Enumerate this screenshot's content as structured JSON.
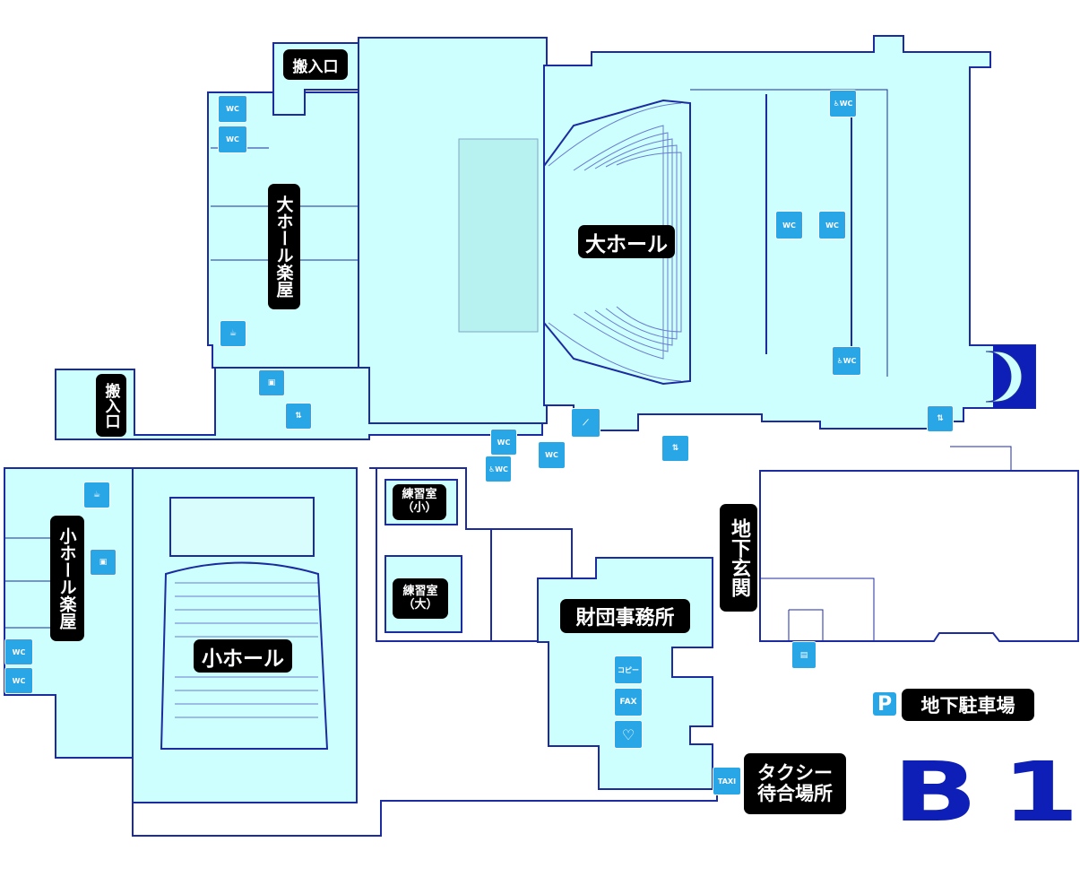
{
  "rooms": {
    "large_hall": "大ホール",
    "large_hall_dressing": "大ホール楽屋",
    "small_hall": "小ホール",
    "small_hall_dressing": "小ホール楽屋",
    "loading_top": "搬入口",
    "loading_left": "搬入口",
    "practice_small": "練習室\n（小）",
    "practice_large": "練習室\n（大）",
    "foundation_office": "財団事務所",
    "basement_entrance": "地下玄関",
    "basement_parking": "地下駐車場",
    "taxi_stand": "タクシー\n待合場所"
  },
  "floor": "B1",
  "icons": {
    "wc": "WC",
    "taxi": "TAXI",
    "copy": "コピー",
    "fax": "FAX",
    "parking": "P"
  },
  "colors": {
    "floor_fill": "#ccfffe",
    "wall": "#1c2ba0",
    "label_bg": "#000000",
    "icon_bg": "#29a6e6",
    "floor_number": "#0e1fb8"
  }
}
